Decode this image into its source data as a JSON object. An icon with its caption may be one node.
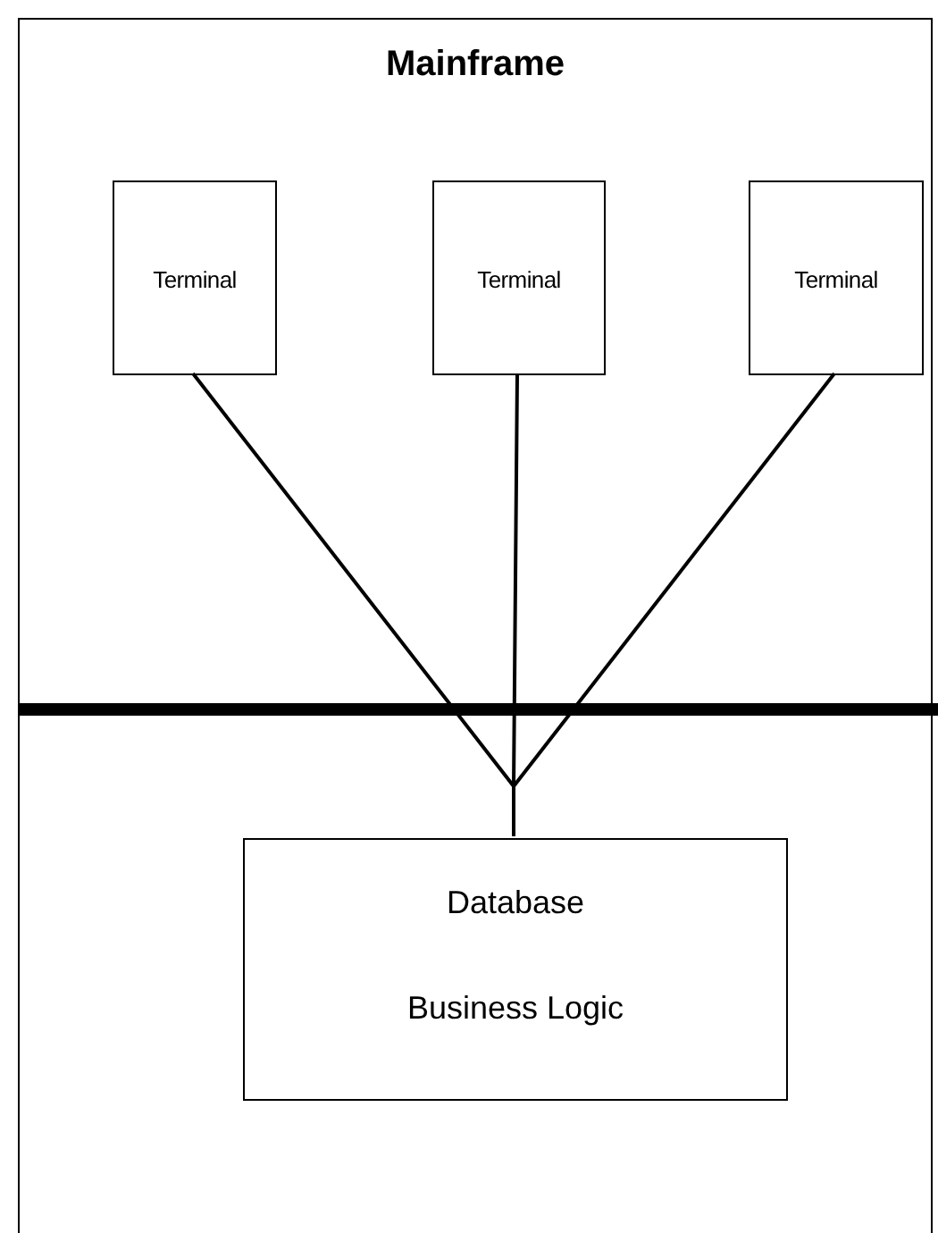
{
  "diagram": {
    "nodes": [
      {
        "text": [
          "Mainframe"
        ]
      },
      {
        "text": [
          "Terminal"
        ],
        "in": 0
      },
      {
        "text": [
          "Terminal"
        ],
        "in": 0
      },
      {
        "text": [
          "Terminal"
        ],
        "in": 0
      },
      {
        "text": [
          "Database",
          "Business Logic"
        ],
        "in": 0
      }
    ],
    "edges": [
      {
        "from": 1,
        "to": 4,
        "arrow": "none"
      },
      {
        "from": 2,
        "to": 4,
        "arrow": "none"
      },
      {
        "from": 3,
        "to": 4,
        "arrow": "none"
      }
    ]
  }
}
